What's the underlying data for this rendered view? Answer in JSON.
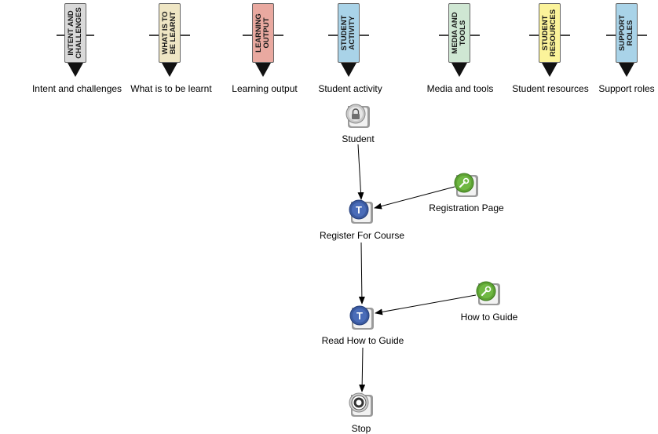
{
  "lanes": [
    {
      "header": "INTENT AND\nCHALLENGES",
      "label": "Intent and challenges",
      "color": "#d9d9d9"
    },
    {
      "header": "WHAT IS TO\nBE LEARNT",
      "label": "What is to be learnt",
      "color": "#efe6c4"
    },
    {
      "header": "LEARNING\nOUTPUT",
      "label": "Learning output",
      "color": "#e9a9a0"
    },
    {
      "header": "STUDENT\nACTIVITY",
      "label": "Student activity",
      "color": "#a9d3e8"
    },
    {
      "header": "MEDIA AND\nTOOLS",
      "label": "Media and tools",
      "color": "#cfe7d3"
    },
    {
      "header": "STUDENT\nRESOURCES",
      "label": "Student resources",
      "color": "#fbf39a"
    },
    {
      "header": "SUPPORT\nROLES",
      "label": "Support roles",
      "color": "#a9d3e8"
    }
  ],
  "nodes": [
    {
      "id": "student",
      "type": "role",
      "icon": "lock-person-icon",
      "label": "Student"
    },
    {
      "id": "registration",
      "type": "tool",
      "icon": "wrench-icon",
      "label": "Registration Page"
    },
    {
      "id": "register",
      "type": "task",
      "icon": "t-icon",
      "label": "Register For Course"
    },
    {
      "id": "guide",
      "type": "tool",
      "icon": "wrench-icon",
      "label": "How to Guide"
    },
    {
      "id": "read",
      "type": "task",
      "icon": "t-icon",
      "label": "Read How to Guide"
    },
    {
      "id": "stop",
      "type": "stop",
      "icon": "stop-icon",
      "label": "Stop"
    }
  ],
  "edges": [
    {
      "from": "student",
      "to": "register"
    },
    {
      "from": "registration",
      "to": "register"
    },
    {
      "from": "register",
      "to": "read"
    },
    {
      "from": "guide",
      "to": "read"
    },
    {
      "from": "read",
      "to": "stop"
    }
  ]
}
